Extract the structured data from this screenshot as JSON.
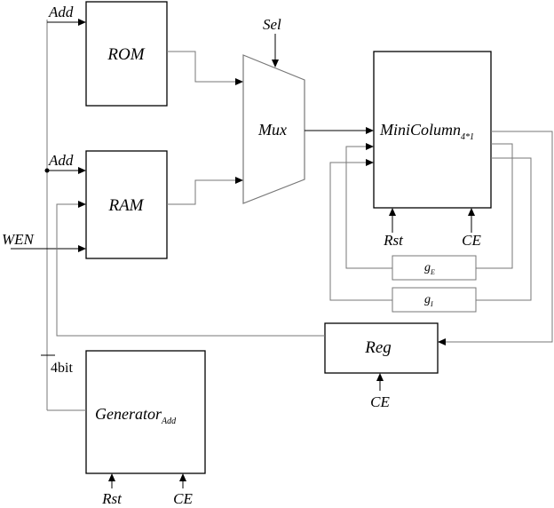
{
  "blocks": {
    "rom": "ROM",
    "ram": "RAM",
    "mux": "Mux",
    "minicolumn": "MiniColumn",
    "minicolumn_sub": "4*1",
    "reg": "Reg",
    "generator": "Generator",
    "generator_sub": "Add",
    "ge": "g",
    "ge_sub": "E",
    "gi": "g",
    "gi_sub": "I"
  },
  "signals": {
    "add_rom": "Add",
    "add_ram": "Add",
    "sel": "Sel",
    "wen": "WEN",
    "bus_width": "4bit",
    "minicolumn_rst": "Rst",
    "minicolumn_ce": "CE",
    "reg_ce": "CE",
    "generator_rst": "Rst",
    "generator_ce": "CE"
  }
}
